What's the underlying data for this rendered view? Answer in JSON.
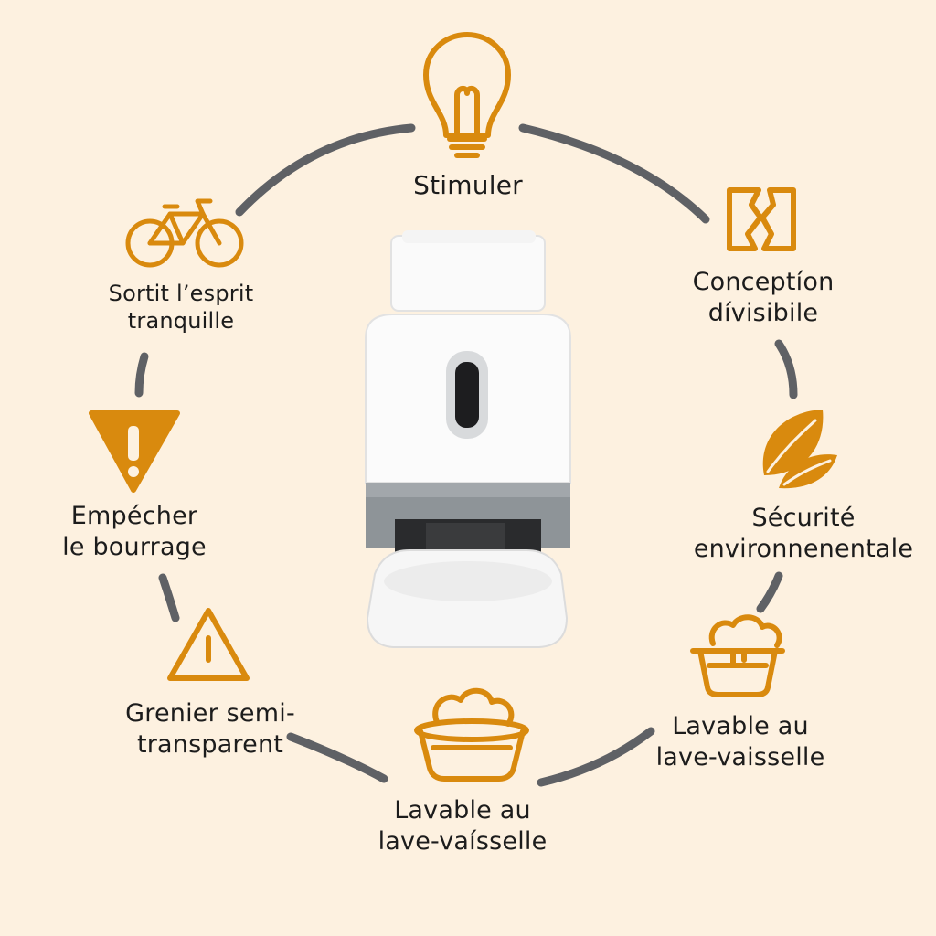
{
  "colors": {
    "background": "#fdf1e0",
    "icon_orange": "#d98a0e",
    "ring_gray": "#5f6165",
    "text": "#1c1c1c",
    "device_white": "#fafafa",
    "device_gray": "#8e9498"
  },
  "features": [
    {
      "id": "stimuler",
      "icon": "lightbulb-icon",
      "label": "Stimuler"
    },
    {
      "id": "conception",
      "icon": "split-panel-icon",
      "label": "Conceptíon\ndívisibile"
    },
    {
      "id": "securite",
      "icon": "leaves-icon",
      "label": "Sécurité\nenvironnenentale"
    },
    {
      "id": "lavable-right",
      "icon": "basket-icon",
      "label": "Lavable au\nlave-vaisselle"
    },
    {
      "id": "lavable-bottom",
      "icon": "bowl-icon",
      "label": "Lavable au\nlave-vaísselle"
    },
    {
      "id": "grenier",
      "icon": "warning-outline-icon",
      "label": "Grenier semi-\ntransparent"
    },
    {
      "id": "empecher",
      "icon": "warning-filled-icon",
      "label": "Empécher\nle bourrage"
    },
    {
      "id": "sortit",
      "icon": "bicycle-icon",
      "label": "Sortit l’esprit\ntranquille"
    }
  ],
  "product": {
    "icon": "pet-feeder-icon"
  }
}
